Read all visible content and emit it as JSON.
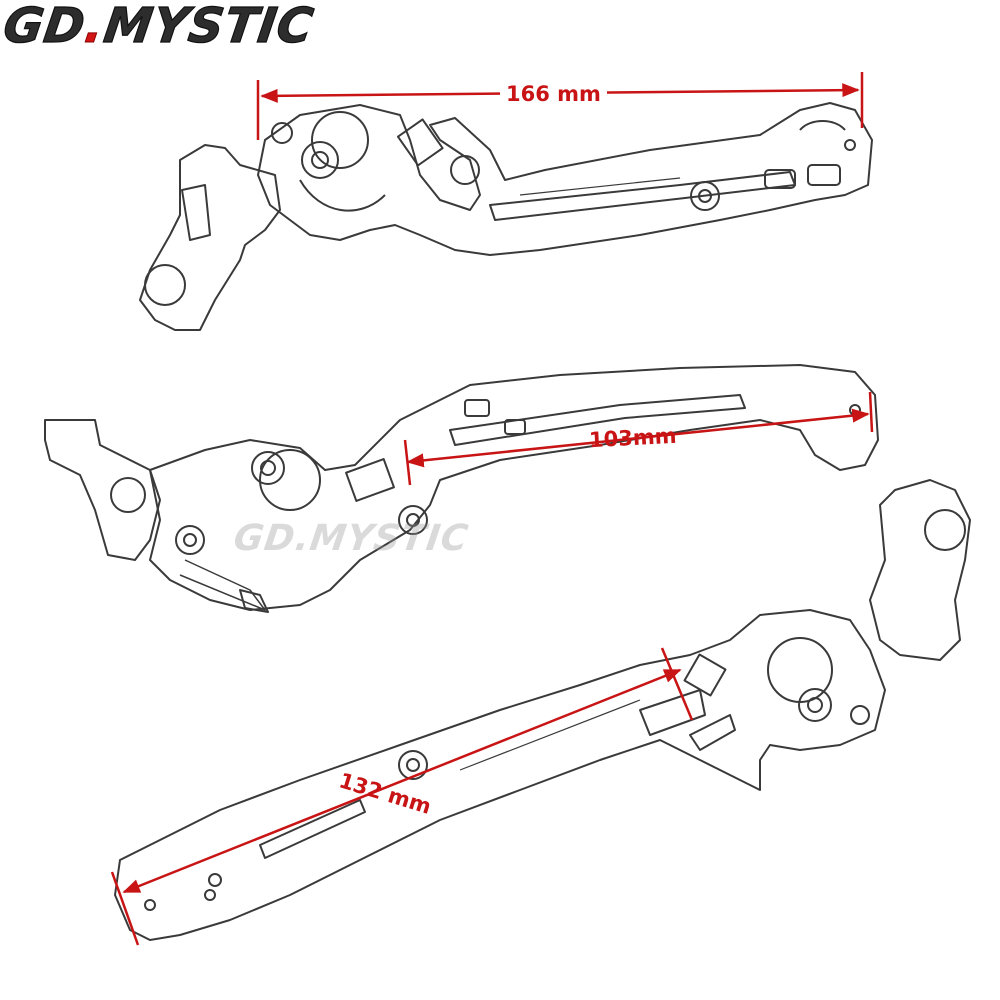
{
  "brand": {
    "name_part1": "GD",
    "separator": ".",
    "name_part2": "MYSTIC",
    "watermark": "GD.MYSTIC"
  },
  "dimensions": {
    "top_length": "166 mm",
    "middle_length": "103mm",
    "bottom_length": "132 mm"
  },
  "colors": {
    "dimension_line": "#c81414",
    "outline": "#3a3a3a",
    "brand_dot": "#d21414"
  }
}
